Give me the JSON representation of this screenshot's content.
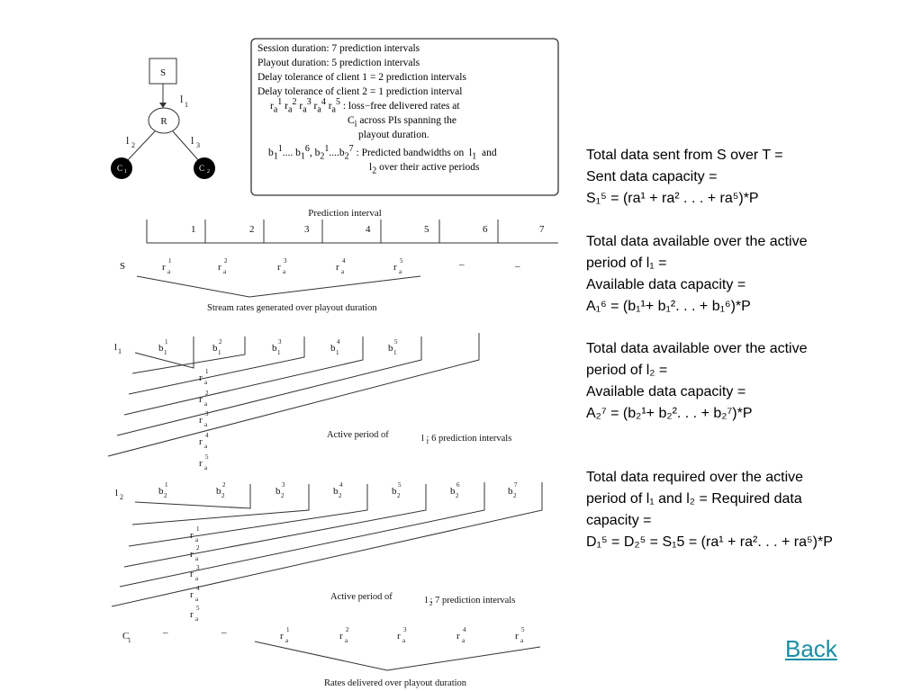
{
  "tree": {
    "source": "S",
    "router": "R",
    "link1": "l",
    "link1_sub": "1",
    "link2": "l",
    "link2_sub": "2",
    "link3": "l",
    "link3_sub": "3",
    "client1": "C",
    "client1_sub": "1",
    "client2": "C",
    "client2_sub": "2"
  },
  "legend": {
    "session": "Session duration: 7 prediction intervals",
    "playout": "Playout duration: 5 prediction intervals",
    "tol1": "Delay tolerance of client 1 = 2 prediction intervals",
    "tol2": "Delay tolerance of client 2 = 1 prediction interval",
    "rates_suffix": ": loss−free delivered rates at",
    "rates_line2": "across PIs spanning the",
    "rates_line3": "playout duration.",
    "bw_suffix": ": Predicted bandwidths on",
    "bw_and": "and",
    "bw_line2": "over their active periods"
  },
  "diagram": {
    "pi_title": "Prediction interval",
    "pi_numbers": [
      "1",
      "2",
      "3",
      "4",
      "5",
      "6",
      "7"
    ],
    "row_s_label": "S",
    "row_l1_label": "l",
    "row_l1_sub": "1",
    "row_l2_label": "l",
    "row_l2_sub": "2",
    "row_c1_label": "C",
    "row_c1_sub": "1",
    "dash": "–",
    "stream_caption": "Stream rates generated over playout duration",
    "active1_label": "Active period of",
    "active1_value": "l  : 6  prediction intervals",
    "active2_label": "Active period of",
    "active2_value": "l  : 7 prediction intervals",
    "delivered_caption": "Rates delivered over playout duration"
  },
  "notes": {
    "p1_l1": "Total data sent from S over T =",
    "p1_l2": "Sent data capacity  =",
    "p1_l3": "S₁⁵ = (ra¹ + ra² . . . + ra⁵)*P",
    "p2_l1": "Total data available over the active",
    "p2_l2": "period of l₁ =",
    "p2_l3": "Available data capacity =",
    "p2_l4": "A₁⁶ = (b₁¹+ b₁². . . + b₁⁶)*P",
    "p3_l1": "Total data available over the active",
    "p3_l2": "period of l₂ =",
    "p3_l3": "Available data capacity  =",
    "p3_l4": "A₂⁷ = (b₂¹+ b₂². . . + b₂⁷)*P",
    "p4_l1": "Total data required over the active",
    "p4_l2": "period of l₁ and l₂ = Required data",
    "p4_l3": "capacity =",
    "p4_l4": "D₁⁵ = D₂⁵ = S₁5 = (ra¹ + ra². . . + ra⁵)*P"
  },
  "back_link": "Back"
}
